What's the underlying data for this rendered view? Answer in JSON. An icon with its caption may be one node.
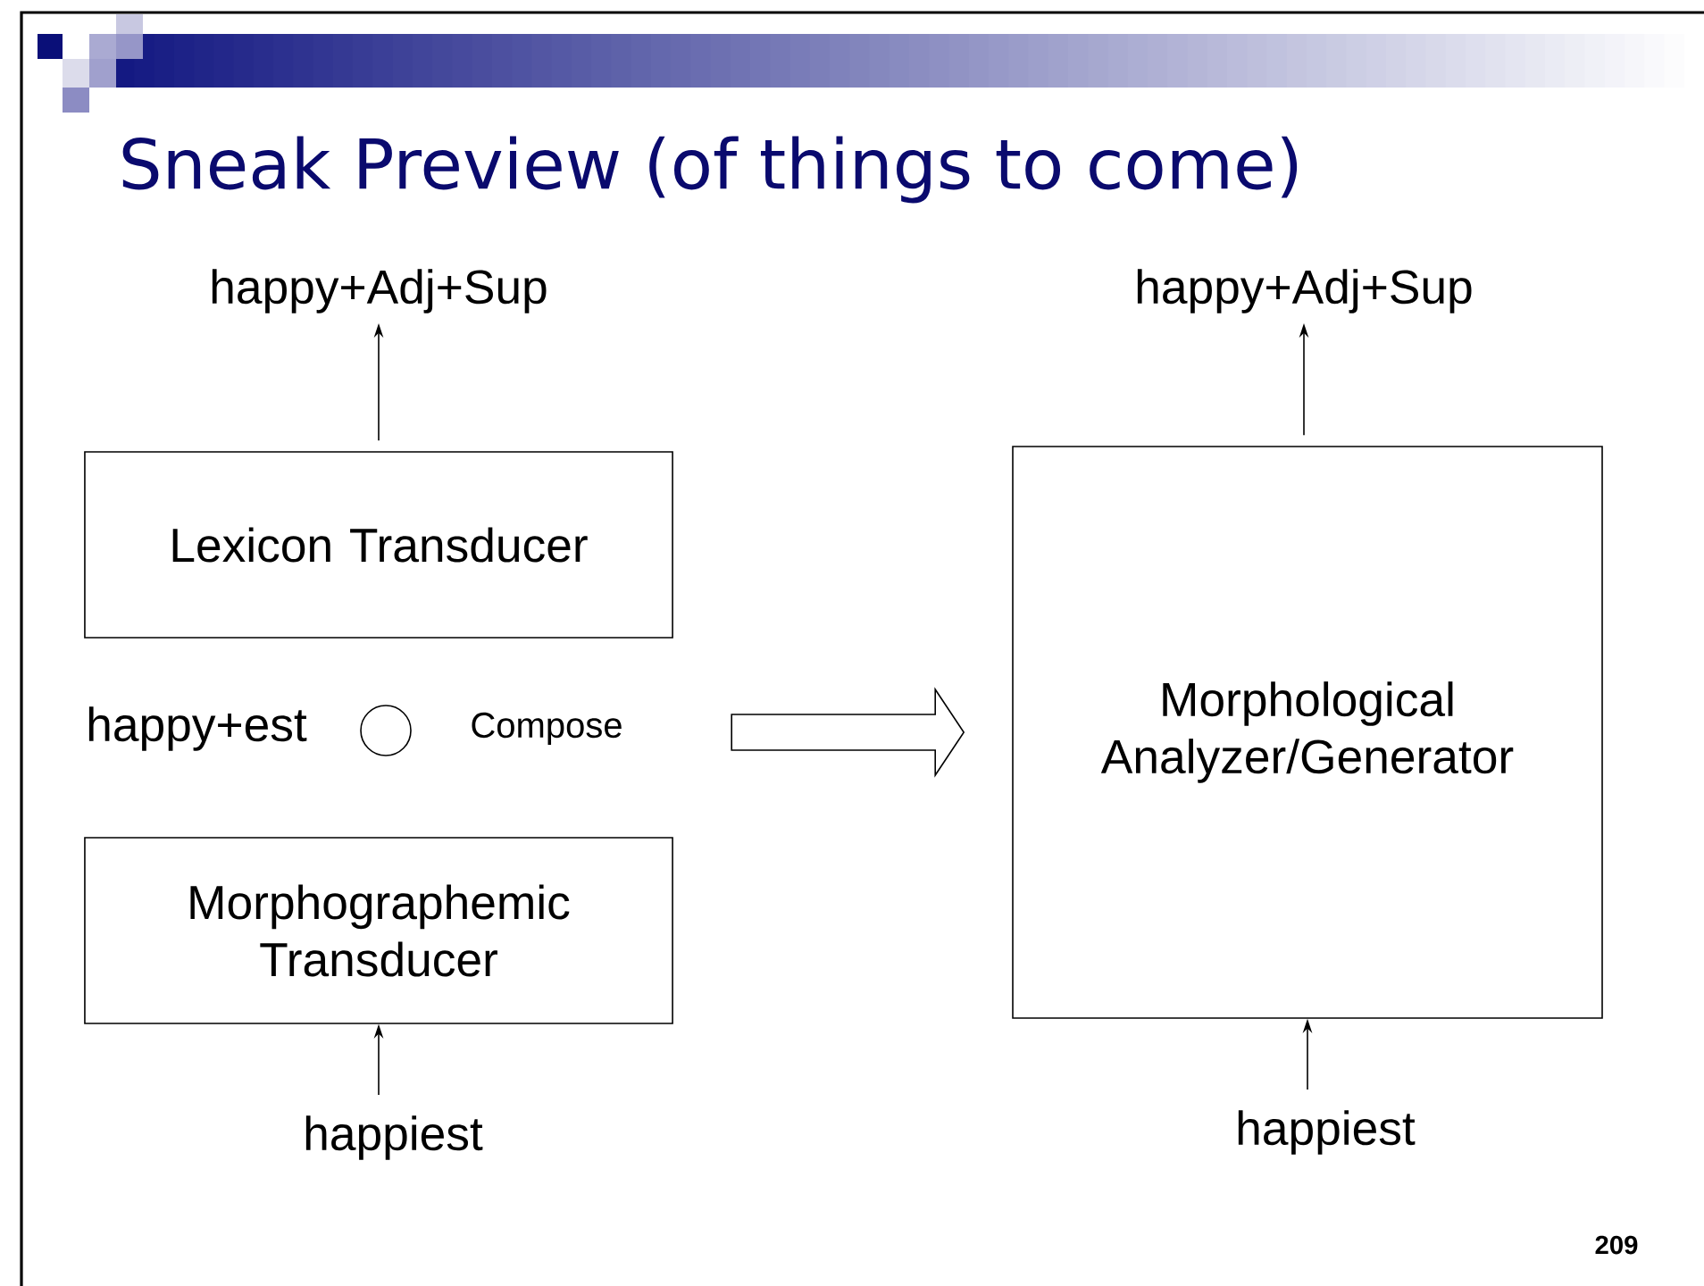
{
  "diagram": {
    "title": "Sneak Preview (of things to come)",
    "nodes": [
      {
        "text": [
          "happy+Adj+Sup"
        ]
      },
      {
        "text": [
          "Lexicon Transducer"
        ]
      },
      {
        "text": [
          "Morphographemic Transducer"
        ]
      },
      {
        "text": [
          "happiest"
        ]
      },
      {
        "text": [
          "happy+Adj+Sup"
        ]
      },
      {
        "text": [
          "Morphological Analyzer/Generator"
        ]
      },
      {
        "text": [
          "happiest"
        ]
      }
    ],
    "edges": [
      {
        "from": 1,
        "to": 0,
        "arrow": "to"
      },
      {
        "from": 3,
        "to": 2,
        "arrow": "to"
      },
      {
        "from": null,
        "to": 5,
        "arrow": "to"
      },
      {
        "from": 5,
        "to": 4,
        "arrow": "to"
      },
      {
        "from": 6,
        "to": 5,
        "arrow": "to"
      }
    ],
    "labels": [
      "happy+est",
      "Compose",
      "209"
    ]
  }
}
